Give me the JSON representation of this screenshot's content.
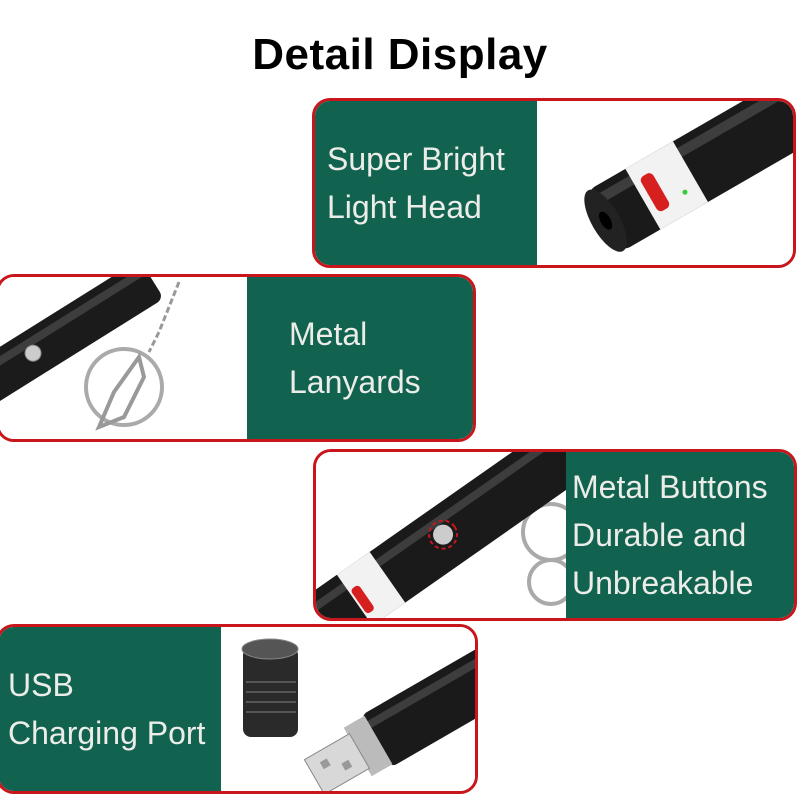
{
  "title": "Detail Display",
  "colors": {
    "panel_green": "#11634f",
    "border_red": "#c8161c",
    "text_light": "#ecece8"
  },
  "features": [
    {
      "lines": [
        "Super Bright",
        "Light Head"
      ],
      "image": "laser-pointer-head-image"
    },
    {
      "lines": [
        "Metal",
        "Lanyards"
      ],
      "image": "keychain-lanyard-image"
    },
    {
      "lines": [
        "Metal Buttons",
        "Durable and",
        "Unbreakable"
      ],
      "image": "metal-button-image"
    },
    {
      "lines": [
        "USB",
        "Charging Port"
      ],
      "image": "usb-charging-port-image"
    }
  ]
}
